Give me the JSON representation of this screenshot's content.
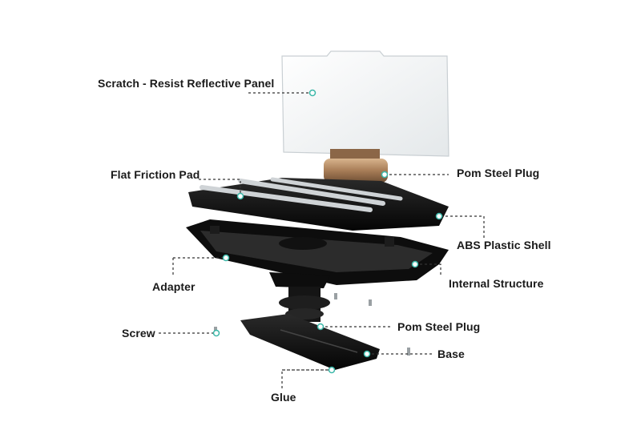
{
  "labels": {
    "panel": "Scratch - Resist Reflective Panel",
    "friction_pad": "Flat Friction Pad",
    "pom_plug_top": "Pom Steel Plug",
    "abs_shell": "ABS Plastic Shell",
    "internal": "Internal Structure",
    "adapter": "Adapter",
    "screw": "Screw",
    "pom_plug_bottom": "Pom Steel Plug",
    "base": "Base",
    "glue": "Glue"
  },
  "colors": {
    "leader": "#333333",
    "marker": "#3ab7a8",
    "body": "#111111",
    "panel": "#f2f4f5",
    "plug": "#b58a63"
  }
}
